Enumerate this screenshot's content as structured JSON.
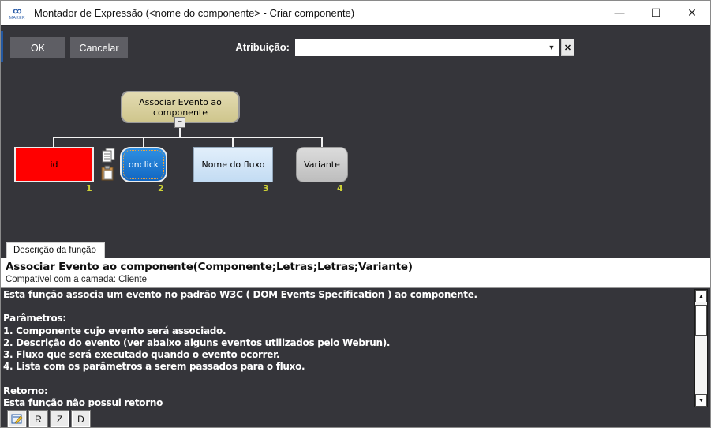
{
  "window": {
    "title": "Montador de Expressão (<nome do componente>  - Criar componente)",
    "app_icon_glyph": "∞",
    "app_icon_caption": "MAKER",
    "controls": {
      "minimize_glyph": "—",
      "maximize_glyph": "☐",
      "close_glyph": "✕"
    }
  },
  "toolbar": {
    "ok_label": "OK",
    "cancel_label": "Cancelar",
    "atribuicao_label": "Atribuição:",
    "atribuicao_value": "",
    "dropdown_glyph": "▼",
    "clear_glyph": "✕"
  },
  "tree": {
    "root": {
      "label": "Associar Evento ao componente",
      "collapse_glyph": "−"
    },
    "children": [
      {
        "label": "id",
        "index": "1",
        "style": "red"
      },
      {
        "label": "onclick",
        "index": "2",
        "style": "blue-selected"
      },
      {
        "label": "Nome do fluxo",
        "index": "3",
        "style": "lightblue"
      },
      {
        "label": "Variante",
        "index": "4",
        "style": "gray"
      }
    ]
  },
  "tabs": {
    "description_tab_label": "Descrição da função"
  },
  "function_header": {
    "signature": "Associar Evento ao componente(Componente;Letras;Letras;Variante)",
    "compatibility": "Compatível com a camada: Cliente"
  },
  "description": {
    "text": "Esta função associa um evento no padrão W3C ( DOM Events Specification ) ao componente.\n\nParâmetros:\n1. Componente cujo evento será associado.\n2. Descrição do evento (ver abaixo alguns eventos utilizados pelo Webrun).\n3. Fluxo que será executado quando o evento ocorrer.\n4. Lista com os parâmetros a serem passados para o fluxo.\n\nRetorno:\nEsta função não possui retorno"
  },
  "scrollbar": {
    "up_glyph": "▲",
    "down_glyph": "▼"
  },
  "bottom_toolbar": {
    "buttons": [
      {
        "label": "",
        "icon": "edit-note-icon"
      },
      {
        "label": "R"
      },
      {
        "label": "Z"
      },
      {
        "label": "D"
      }
    ]
  },
  "colors": {
    "background_dark": "#35353a",
    "titlebar": "#ffffff",
    "button_gray": "#5e5e64",
    "root_node": "#d7cf9d",
    "id_node": "#ff0000",
    "onclick_node": "#1c7cd6",
    "fluxo_node": "#cfe4f8",
    "variante_node": "#c9c9c9",
    "index_number": "#cfd336",
    "accent_blue": "#2458a0"
  }
}
